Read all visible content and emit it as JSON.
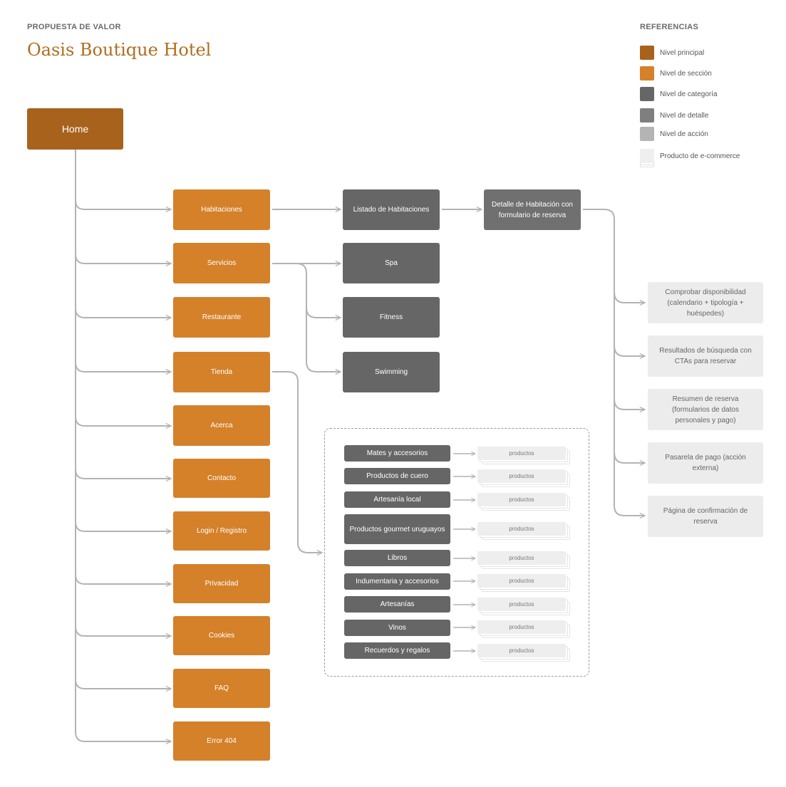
{
  "header": {
    "subtitle": "PROPUESTA DE VALOR",
    "title": "Oasis Boutique Hotel"
  },
  "legend": {
    "title": "REFERENCIAS",
    "items": [
      {
        "label": "Nivel principal",
        "color": "#a8621c"
      },
      {
        "label": "Nivel de sección",
        "color": "#d4812a"
      },
      {
        "label": "Nivel de categoría",
        "color": "#666666"
      },
      {
        "label": "Nivel de detalle",
        "color": "#7f7f7f"
      },
      {
        "label": "Nivel de acción",
        "color": "#b4b4b4"
      },
      {
        "label": "Producto de e-commerce",
        "color": "#efefef"
      }
    ]
  },
  "home": {
    "label": "Home"
  },
  "sections": [
    {
      "label": "Habitaciones"
    },
    {
      "label": "Servicios"
    },
    {
      "label": "Restaurante"
    },
    {
      "label": "Tienda"
    },
    {
      "label": "Acerca"
    },
    {
      "label": "Contacto"
    },
    {
      "label": "Login / Registro"
    },
    {
      "label": "Privacidad"
    },
    {
      "label": "Cookies"
    },
    {
      "label": "FAQ"
    },
    {
      "label": "Error 404"
    }
  ],
  "rooms": {
    "listing": "Listado de Habitaciones",
    "detail": "Detalle de Habitación con formulario de reserva"
  },
  "services": [
    {
      "label": "Spa"
    },
    {
      "label": "Fitness"
    },
    {
      "label": "Swimming"
    }
  ],
  "booking_steps": [
    {
      "label": "Comprobar disponibilidad (calendario + tipología + huéspedes)"
    },
    {
      "label": "Resultados de búsqueda con CTAs para reservar"
    },
    {
      "label": "Resumen de reserva (formularios de datos personales y pago)"
    },
    {
      "label": "Pasarela de pago (acción externa)"
    },
    {
      "label": "Página de confirmación de reserva"
    }
  ],
  "shop": {
    "categories": [
      {
        "label": "Mates y accesorios",
        "product": "productos"
      },
      {
        "label": "Productos de cuero",
        "product": "productos"
      },
      {
        "label": "Artesanía local",
        "product": "productos"
      },
      {
        "label": "Productos gourmet uruguayos",
        "product": "productos"
      },
      {
        "label": "Libros",
        "product": "productos"
      },
      {
        "label": "Indumentaria y accesorios",
        "product": "productos"
      },
      {
        "label": "Artesanías",
        "product": "productos"
      },
      {
        "label": "Vinos",
        "product": "productos"
      },
      {
        "label": "Recuerdos y regalos",
        "product": "productos"
      }
    ]
  }
}
